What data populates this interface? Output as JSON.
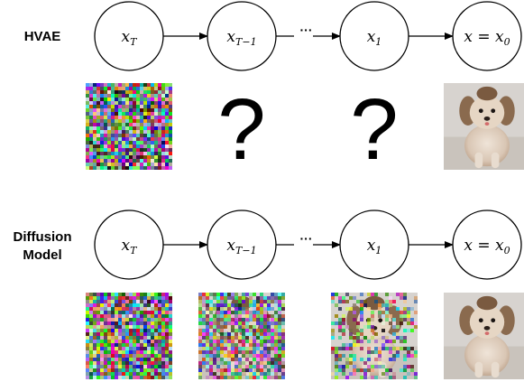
{
  "rows": [
    {
      "label_lines": [
        "HVAE"
      ],
      "nodes": [
        {
          "main": "x",
          "sub": "T"
        },
        {
          "main": "x",
          "sub": "T−1"
        },
        {
          "main": "x",
          "sub": "1"
        },
        {
          "main": "x = x",
          "sub": "0"
        }
      ],
      "gap_text": "···",
      "images": [
        {
          "kind": "noise",
          "noise_level": 1.0
        },
        {
          "kind": "unknown",
          "text": "?"
        },
        {
          "kind": "unknown",
          "text": "?"
        },
        {
          "kind": "dog",
          "noise_level": 0.0
        }
      ]
    },
    {
      "label_lines": [
        "Diffusion",
        "Model"
      ],
      "nodes": [
        {
          "main": "x",
          "sub": "T"
        },
        {
          "main": "x",
          "sub": "T−1"
        },
        {
          "main": "x",
          "sub": "1"
        },
        {
          "main": "x = x",
          "sub": "0"
        }
      ],
      "gap_text": "···",
      "images": [
        {
          "kind": "noise",
          "noise_level": 1.0
        },
        {
          "kind": "dog",
          "noise_level": 0.85
        },
        {
          "kind": "dog",
          "noise_level": 0.45
        },
        {
          "kind": "dog",
          "noise_level": 0.0
        }
      ]
    }
  ]
}
